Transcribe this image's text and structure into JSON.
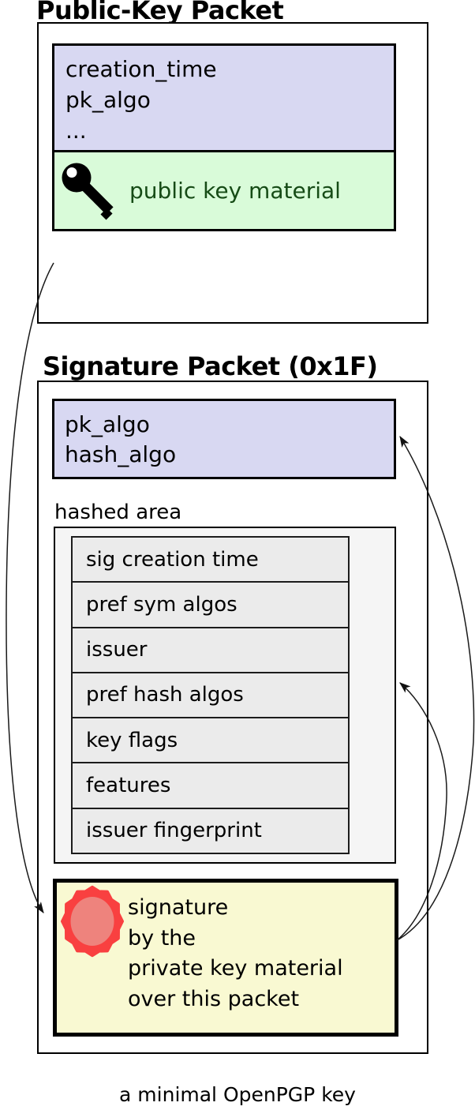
{
  "figure": {
    "caption": "a minimal OpenPGP key"
  },
  "public_key_packet": {
    "title": "Public-Key Packet",
    "fields": [
      "creation_time",
      "pk_algo",
      "..."
    ],
    "key_material_label": "public key material",
    "key_icon": "key-icon"
  },
  "signature_packet": {
    "title": "Signature Packet (0x1F)",
    "fields": [
      "pk_algo",
      "hash_algo"
    ],
    "hashed_area_label": "hashed area",
    "hashed_subpackets": [
      "sig creation time",
      "pref sym algos",
      "issuer",
      "pref hash algos",
      "key flags",
      "features",
      "issuer fingerprint"
    ],
    "signature_text_lines": [
      "signature",
      "by the",
      "private key material",
      "over this packet"
    ],
    "seal_icon": "seal-icon"
  },
  "arrows": {
    "left_arrow_meaning": "public-key packet is signed",
    "right_arrow_count": 2
  },
  "colors": {
    "lavender": "#d8d8f2",
    "green_bg": "#d9fbd9",
    "green_text": "#164b16",
    "hashed_bg": "#f5f5f5",
    "row_bg": "#ebebeb",
    "signature_bg": "#f9f9d2",
    "seal_red": "#f94040",
    "seal_inner": "#ee837d",
    "line_color": "#1a1a1a"
  }
}
